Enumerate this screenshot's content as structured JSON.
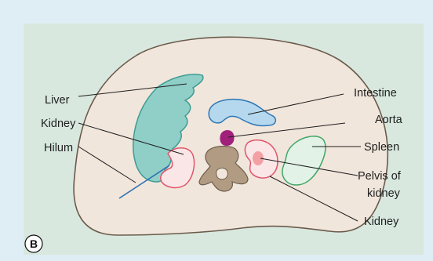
{
  "figure": {
    "panel_label": "B",
    "colors": {
      "page_background": "#dfeef4",
      "panel_background": "#d8e8df",
      "body_fill": "#f1e6dc",
      "body_outline": "#6b5a4b",
      "liver_fill": "#8fcfc8",
      "liver_outline": "#3e9c92",
      "kidney_fill": "#fbe6e7",
      "kidney_outline": "#e0566b",
      "kidney_pelvis_fill": "#f2a0a4",
      "intestine_fill": "#b6d8ee",
      "intestine_outline": "#2f78b5",
      "aorta_fill": "#a0207a",
      "spine_fill": "#b19b83",
      "spine_outline": "#6e5d4c",
      "spleen_fill": "#e2f2e6",
      "spleen_outline": "#3fa566",
      "hilum_line": "#2e6fb0"
    },
    "labels": {
      "liver": "Liver",
      "kidney_left": "Kidney",
      "hilum": "Hilum",
      "intestine": "Intestine",
      "aorta": "Aorta",
      "spleen": "Spleen",
      "pelvis_line1": "Pelvis of",
      "pelvis_line2": "kidney",
      "kidney_right": "Kidney"
    }
  }
}
